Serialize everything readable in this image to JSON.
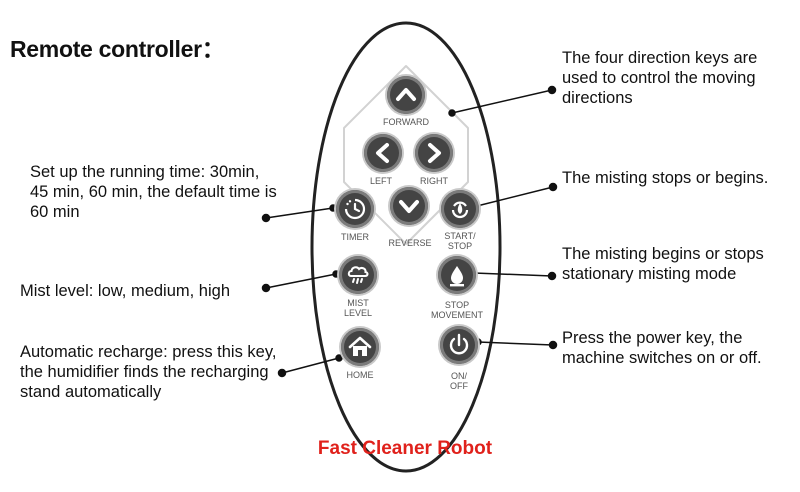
{
  "title": "Remote controller：",
  "brand": "Fast Cleaner Robot",
  "keys": {
    "forward": "FORWARD",
    "left": "LEFT",
    "right": "RIGHT",
    "reverse": "REVERSE",
    "timer": "TIMER",
    "start_stop": [
      "START/",
      "STOP"
    ],
    "mist_level": [
      "MIST",
      "LEVEL"
    ],
    "stop_movement": [
      "STOP",
      "MOVEMENT"
    ],
    "home": "HOME",
    "on_off": [
      "ON/",
      "OFF"
    ]
  },
  "notes": {
    "directions": "The four direction keys are used to control the moving directions",
    "timer": "Set up the running time: 30min, 45 min, 60 min, the default time is 60 min",
    "mist_level": "Mist level: low, medium, high",
    "home": "Automatic recharge: press this key, the humidifier finds the recharging stand automatically",
    "start_stop": "The misting stops or begins.",
    "stop_movement": "The misting begins or stops stationary misting mode",
    "power": "Press the power key, the machine switches on or off."
  },
  "colors": {
    "brand": "#e0211b",
    "button": "#444444",
    "outline": "#222222"
  },
  "icons": [
    "chevron-up-icon",
    "chevron-left-icon",
    "chevron-right-icon",
    "chevron-down-icon",
    "timer-icon",
    "power-cycle-icon",
    "cloud-rain-icon",
    "water-drop-icon",
    "home-icon",
    "power-icon"
  ]
}
